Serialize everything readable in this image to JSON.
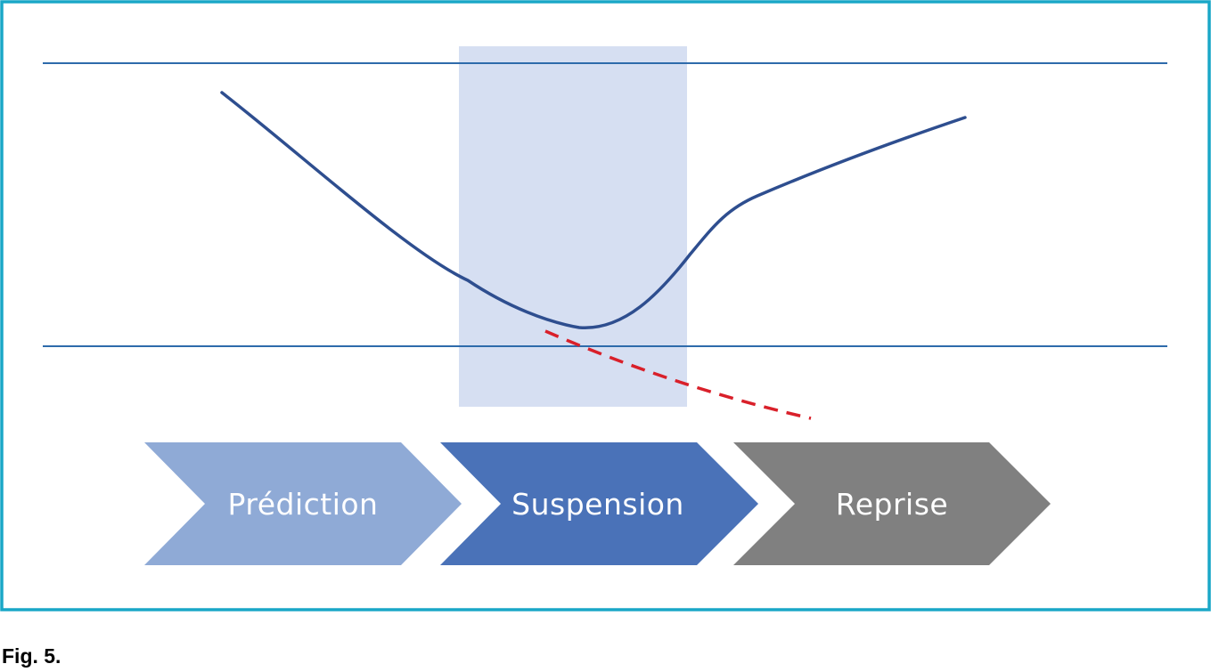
{
  "colors": {
    "frame_border": "#1aa7c7",
    "threshold_lines": "#2e6bab",
    "highlight_band": "#d6dff2",
    "main_curve": "#2e4e8f",
    "projected_curve": "#d9202a",
    "step_prediction": "#8faad6",
    "step_suspension": "#4a72b8",
    "step_reprise": "#808080"
  },
  "steps": [
    {
      "label": "Prédiction"
    },
    {
      "label": "Suspension"
    },
    {
      "label": "Reprise"
    }
  ],
  "caption": "Fig. 5."
}
